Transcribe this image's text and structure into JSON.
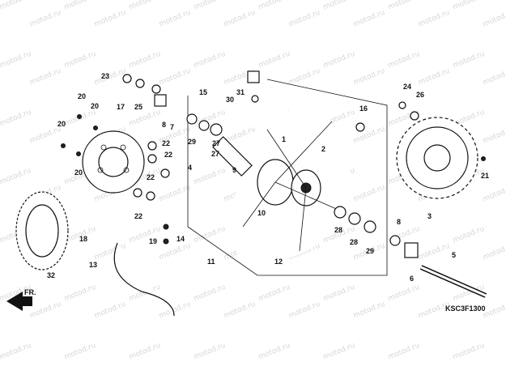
{
  "watermark": "motod.ru",
  "diagram_code": "KSC3F1300",
  "front_indicator": "FR.",
  "callouts": [
    "1",
    "2",
    "3",
    "4",
    "5",
    "6",
    "7",
    "8",
    "9",
    "10",
    "11",
    "12",
    "13",
    "14",
    "15",
    "16",
    "17",
    "18",
    "19",
    "20",
    "21",
    "22",
    "23",
    "24",
    "25",
    "26",
    "27",
    "28",
    "29",
    "30",
    "31",
    "32"
  ],
  "colors": {
    "line": "#111111",
    "background": "#ffffff",
    "watermark": "#d6d6d6"
  }
}
